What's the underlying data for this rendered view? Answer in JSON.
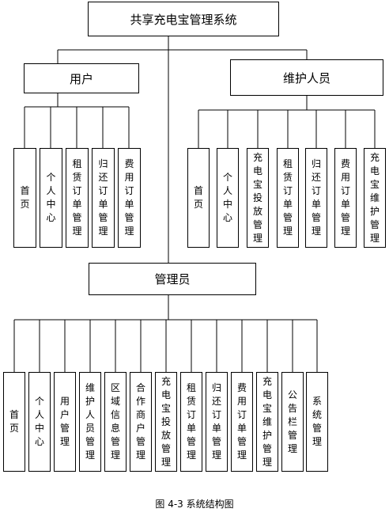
{
  "root": {
    "label": "共享充电宝管理系统"
  },
  "user": {
    "label": "用户",
    "items": [
      "首页",
      "个人中心",
      "租赁订单管理",
      "归还订单管理",
      "费用订单管理"
    ]
  },
  "maintainer": {
    "label": "维护人员",
    "items": [
      "首页",
      "个人中心",
      "充电宝投放管理",
      "租赁订单管理",
      "归还订单管理",
      "费用订单管理",
      "充电宝维护管理"
    ]
  },
  "admin": {
    "label": "管理员",
    "items": [
      "首页",
      "个人中心",
      "用户管理",
      "维护人员管理",
      "区域信息管理",
      "合作商户管理",
      "充电宝投放管理",
      "租赁订单管理",
      "归还订单管理",
      "费用订单管理",
      "充电宝维护管理",
      "公告栏管理",
      "系统管理"
    ]
  },
  "caption": "图 4-3 系统结构图"
}
